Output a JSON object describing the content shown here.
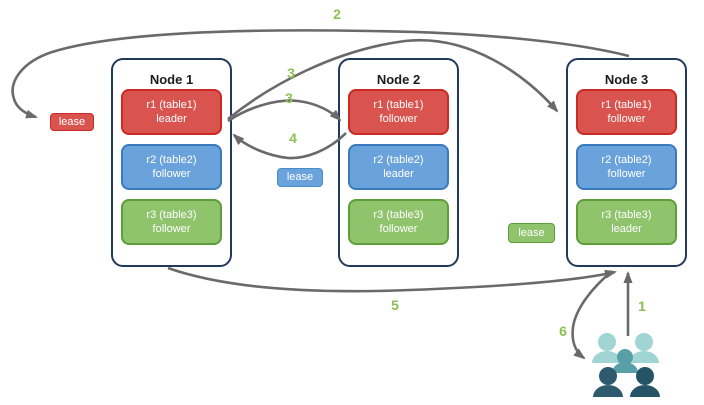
{
  "diagram": {
    "nodes": [
      {
        "title": "Node 1",
        "replicas": [
          {
            "name": "r1 (table1)",
            "role": "leader",
            "color": "red"
          },
          {
            "name": "r2 (table2)",
            "role": "follower",
            "color": "blue"
          },
          {
            "name": "r3 (table3)",
            "role": "follower",
            "color": "green"
          }
        ]
      },
      {
        "title": "Node 2",
        "replicas": [
          {
            "name": "r1 (table1)",
            "role": "follower",
            "color": "red"
          },
          {
            "name": "r2 (table2)",
            "role": "leader",
            "color": "blue"
          },
          {
            "name": "r3 (table3)",
            "role": "follower",
            "color": "green"
          }
        ]
      },
      {
        "title": "Node 3",
        "replicas": [
          {
            "name": "r1 (table1)",
            "role": "follower",
            "color": "red"
          },
          {
            "name": "r2 (table2)",
            "role": "follower",
            "color": "blue"
          },
          {
            "name": "r3 (table3)",
            "role": "leader",
            "color": "green"
          }
        ]
      }
    ],
    "leases": [
      {
        "label": "lease",
        "range": "r1",
        "color": "red"
      },
      {
        "label": "lease",
        "range": "r2",
        "color": "blue"
      },
      {
        "label": "lease",
        "range": "r3",
        "color": "green"
      }
    ],
    "steps": {
      "s1": "1",
      "s2": "2",
      "s3a": "3",
      "s3b": "3",
      "s4": "4",
      "s5": "5",
      "s6": "6"
    },
    "colors": {
      "replica_red": "#d9534f",
      "replica_red_border": "#cc2a25",
      "replica_blue": "#6aa3dc",
      "replica_blue_border": "#3a7abd",
      "replica_green": "#8fc36c",
      "replica_green_border": "#5d9e3a",
      "node_border": "#22395e",
      "arrow_gray": "#6a6a6a",
      "step_label_green": "#8cc152",
      "users_light_teal": "#a0d5d4",
      "users_mid_teal": "#58a0a8",
      "users_dark_slate": "#2d5a6d"
    }
  }
}
